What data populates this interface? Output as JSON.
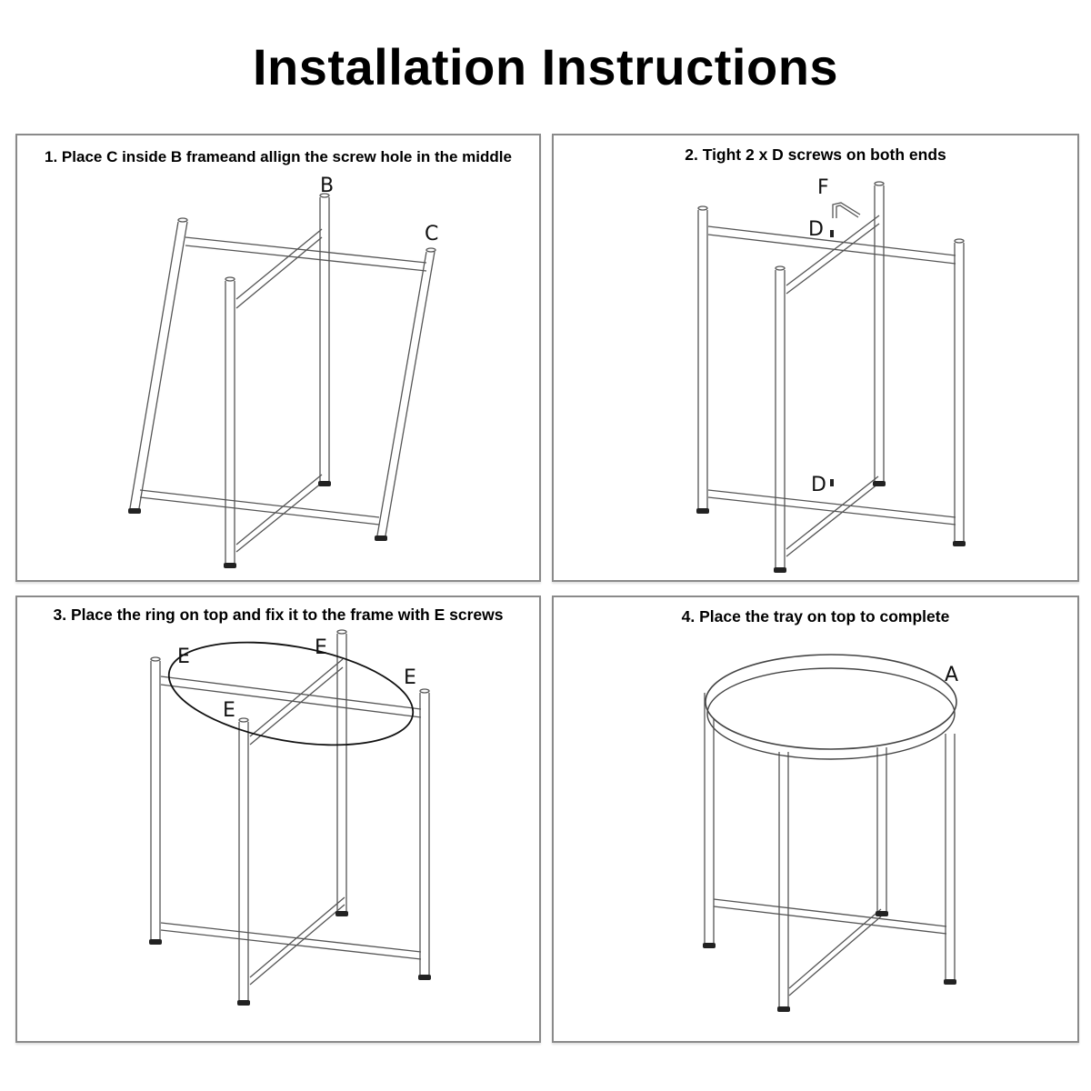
{
  "title": "Installation Instructions",
  "steps": [
    {
      "number": 1,
      "text": "1. Place C inside B frameand allign the screw hole in the middle",
      "labels": [
        "B",
        "C"
      ]
    },
    {
      "number": 2,
      "text": "2. Tight 2 x D screws on both ends",
      "labels": [
        "F",
        "D",
        "D"
      ]
    },
    {
      "number": 3,
      "text": "3. Place the ring on top and fix it to the frame with E screws",
      "labels": [
        "E",
        "E",
        "E",
        "E"
      ]
    },
    {
      "number": 4,
      "text": "4. Place the tray on top to complete",
      "labels": [
        "A"
      ]
    }
  ],
  "colors": {
    "border": "#8a8a8a",
    "line": "#555555",
    "text": "#000000",
    "background": "#ffffff"
  }
}
